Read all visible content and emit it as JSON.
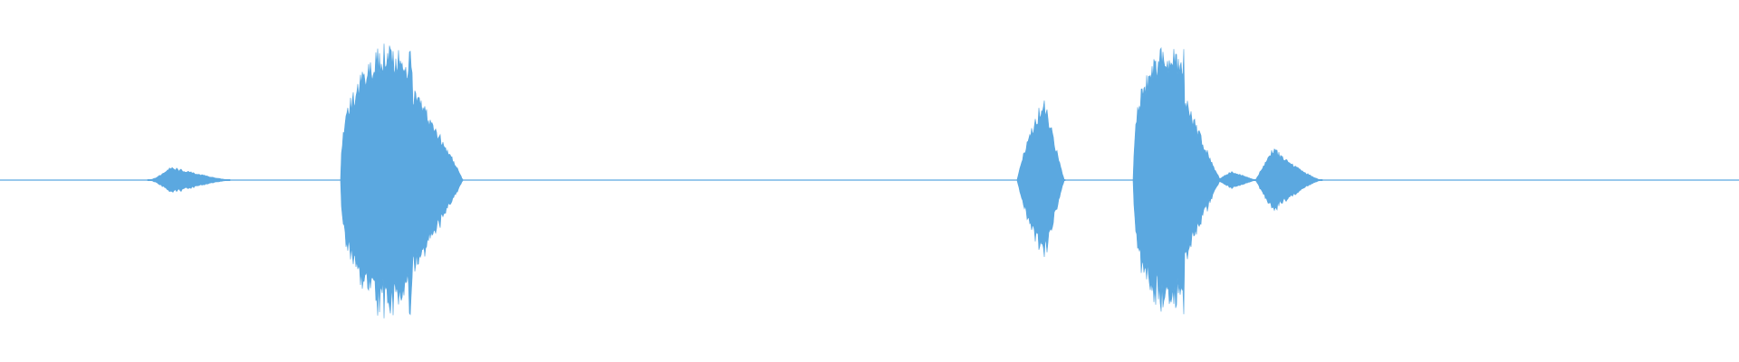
{
  "waveform": {
    "color": "#5BA8E0",
    "background": "#FFFFFF",
    "bursts": [
      {
        "name": "burst-1",
        "start": 0.085,
        "peak": 0.098,
        "end": 0.132,
        "amplitude": 0.09,
        "attack": 1.6,
        "decay": 1.2
      },
      {
        "name": "burst-2",
        "start": 0.196,
        "peak": 0.222,
        "end": 0.266,
        "amplitude": 0.92,
        "attack": 0.35,
        "decay": 0.9
      },
      {
        "name": "burst-3",
        "start": 0.585,
        "peak": 0.6,
        "end": 0.612,
        "amplitude": 0.56,
        "attack": 0.8,
        "decay": 1.0
      },
      {
        "name": "burst-4",
        "start": 0.652,
        "peak": 0.67,
        "end": 0.702,
        "amplitude": 0.93,
        "attack": 0.3,
        "decay": 1.1
      },
      {
        "name": "burst-5",
        "start": 0.7,
        "peak": 0.708,
        "end": 0.722,
        "amplitude": 0.06,
        "attack": 1.0,
        "decay": 1.0
      },
      {
        "name": "burst-6",
        "start": 0.722,
        "peak": 0.732,
        "end": 0.76,
        "amplitude": 0.22,
        "attack": 1.0,
        "decay": 1.3
      }
    ],
    "noise_floor": 0.004
  }
}
